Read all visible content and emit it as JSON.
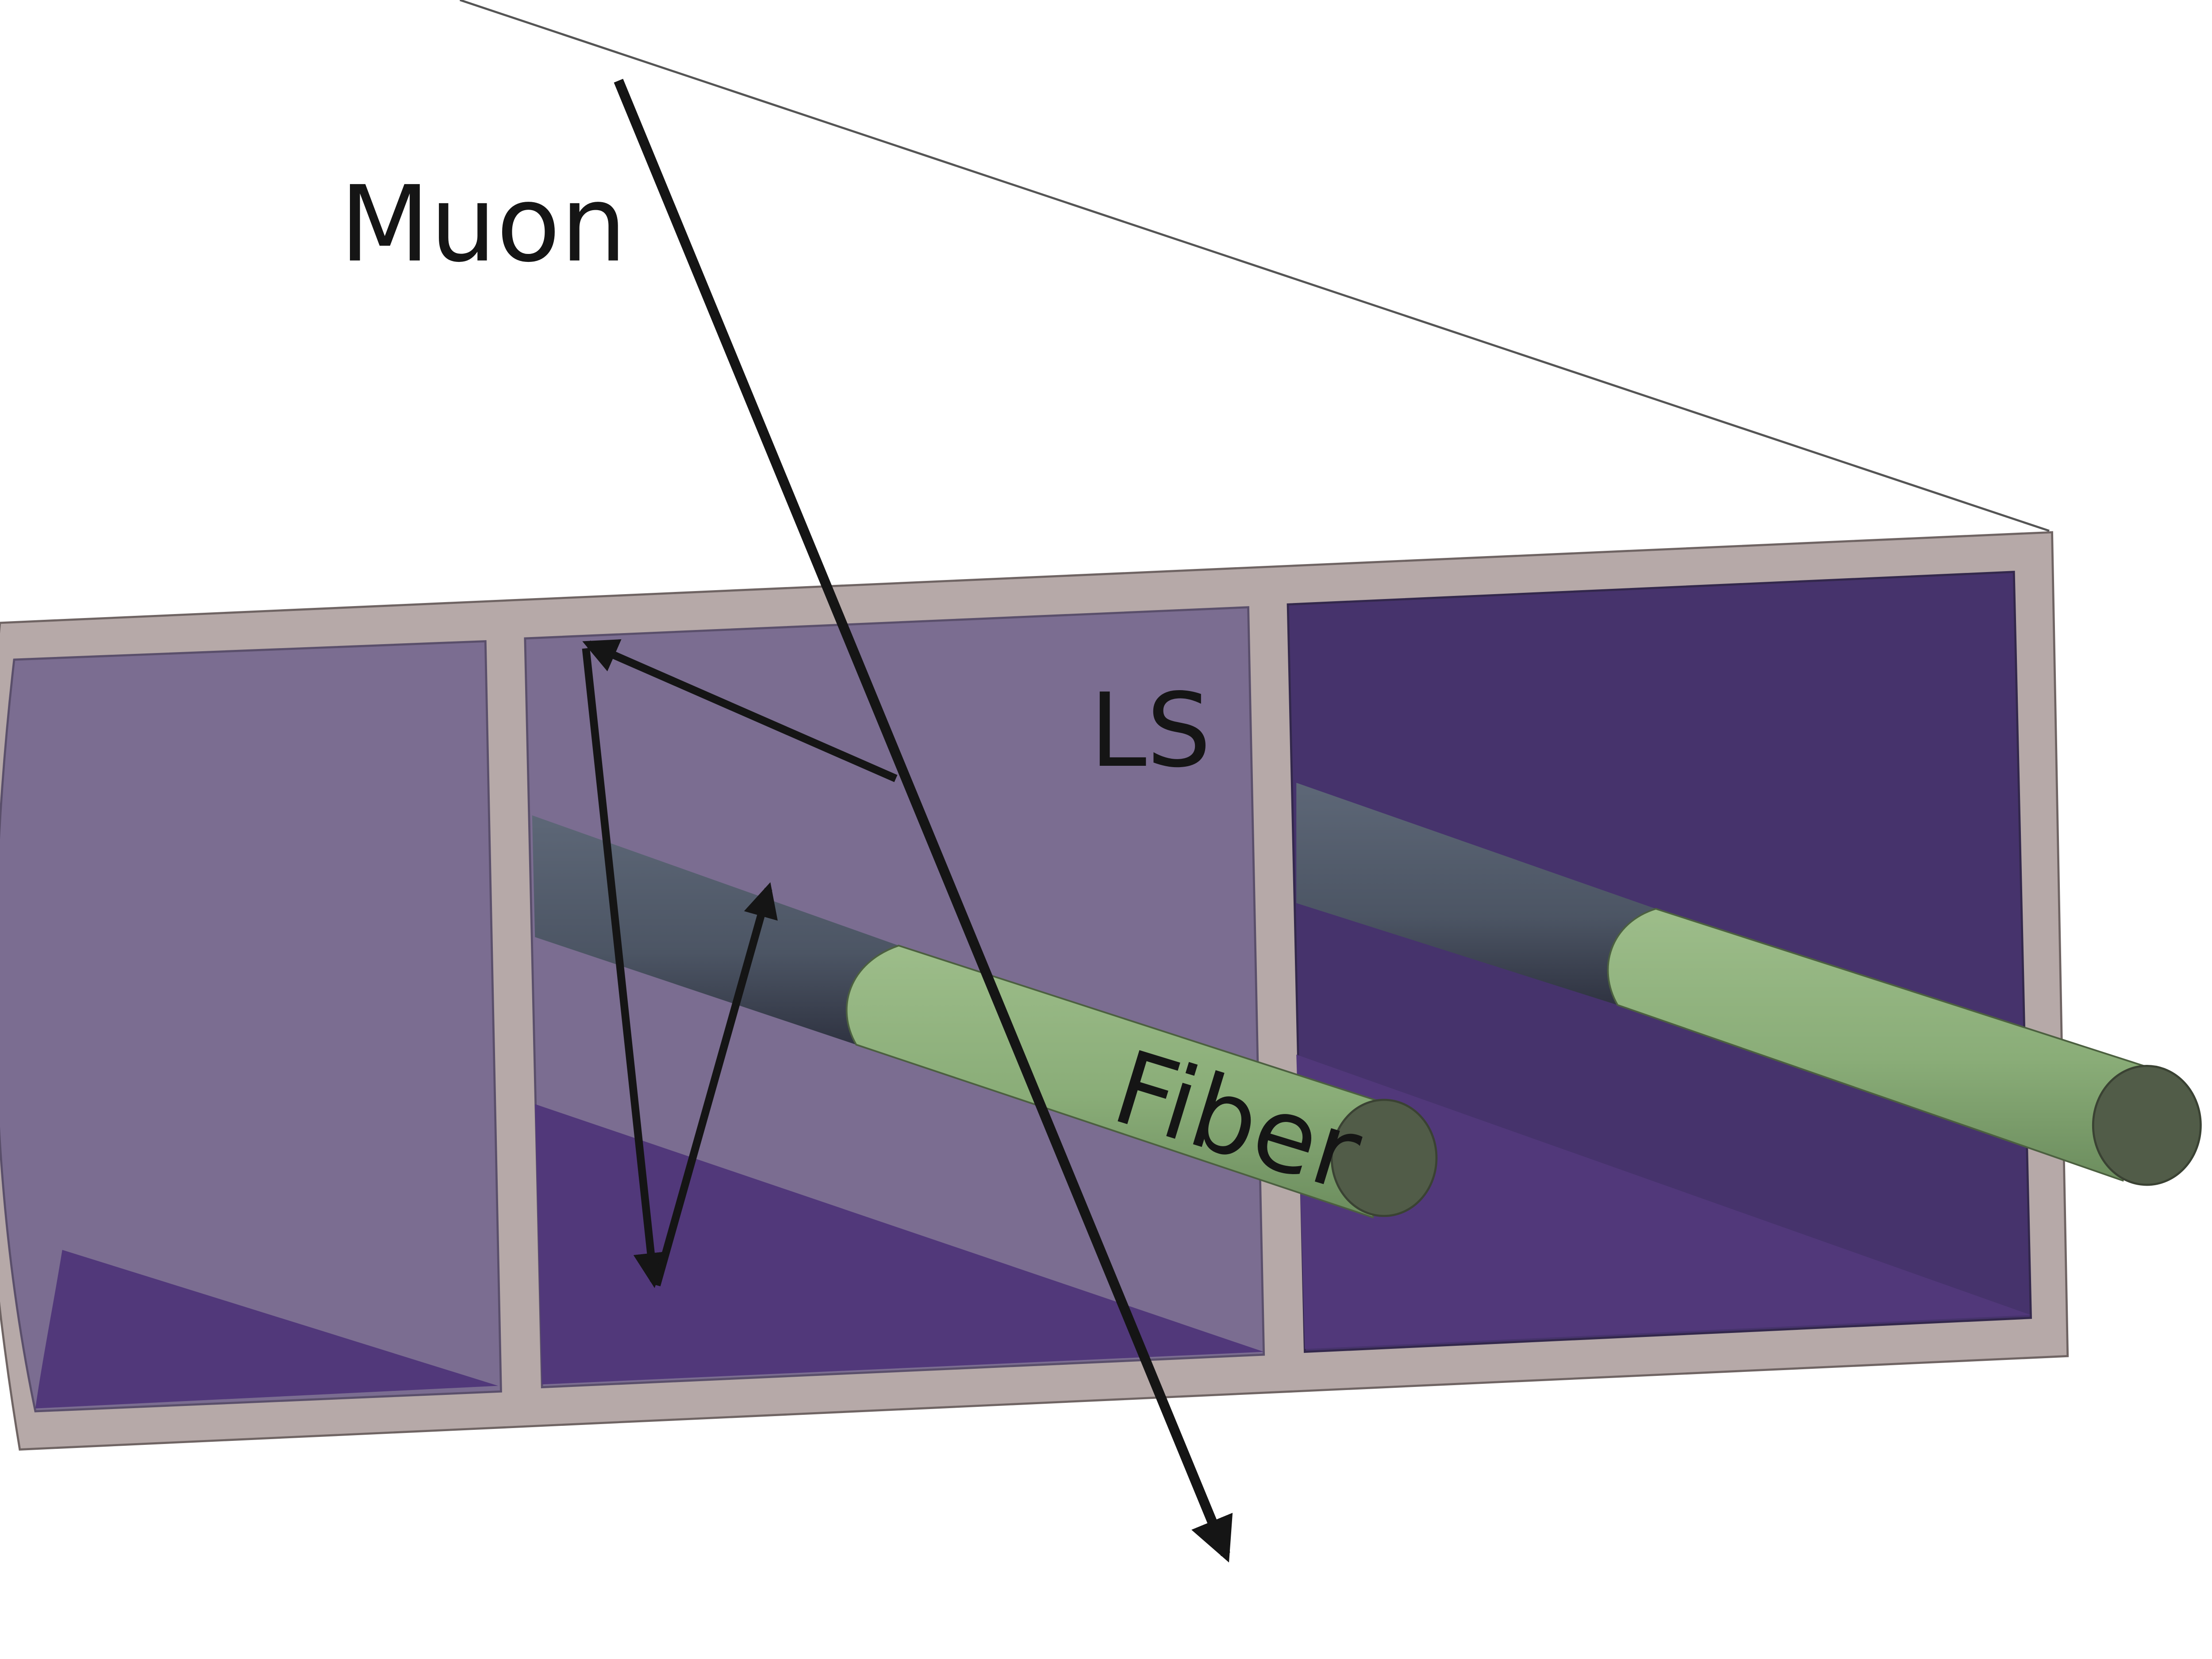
{
  "labels": {
    "muon": "Muon",
    "ls": "LS",
    "fiber": "Fiber"
  },
  "colors": {
    "background": "#ffffff",
    "frame": "#b6a9a8",
    "frame_edge": "#6f6463",
    "cell_light": "#7b6d91",
    "cell_floor": "#51387a",
    "cell_dark": "#46336c",
    "fiber_core_dark": "#4f5866",
    "fiber_clad": "#8db07b",
    "fiber_end": "#515c48",
    "arrow": "#151515"
  }
}
